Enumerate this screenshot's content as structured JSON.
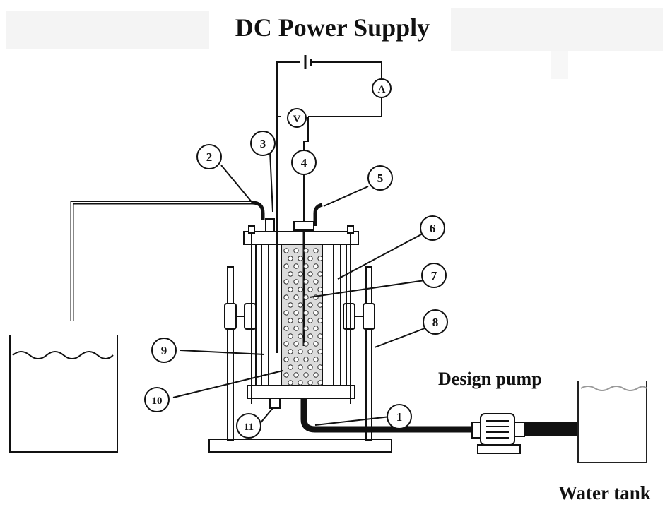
{
  "title": "DC Power Supply",
  "meters": {
    "ammeter": "A",
    "voltmeter": "V"
  },
  "callouts": [
    "1",
    "2",
    "3",
    "4",
    "5",
    "6",
    "7",
    "8",
    "9",
    "10",
    "11"
  ],
  "labels": {
    "pump": "Design pump",
    "tank": "Water tank"
  }
}
